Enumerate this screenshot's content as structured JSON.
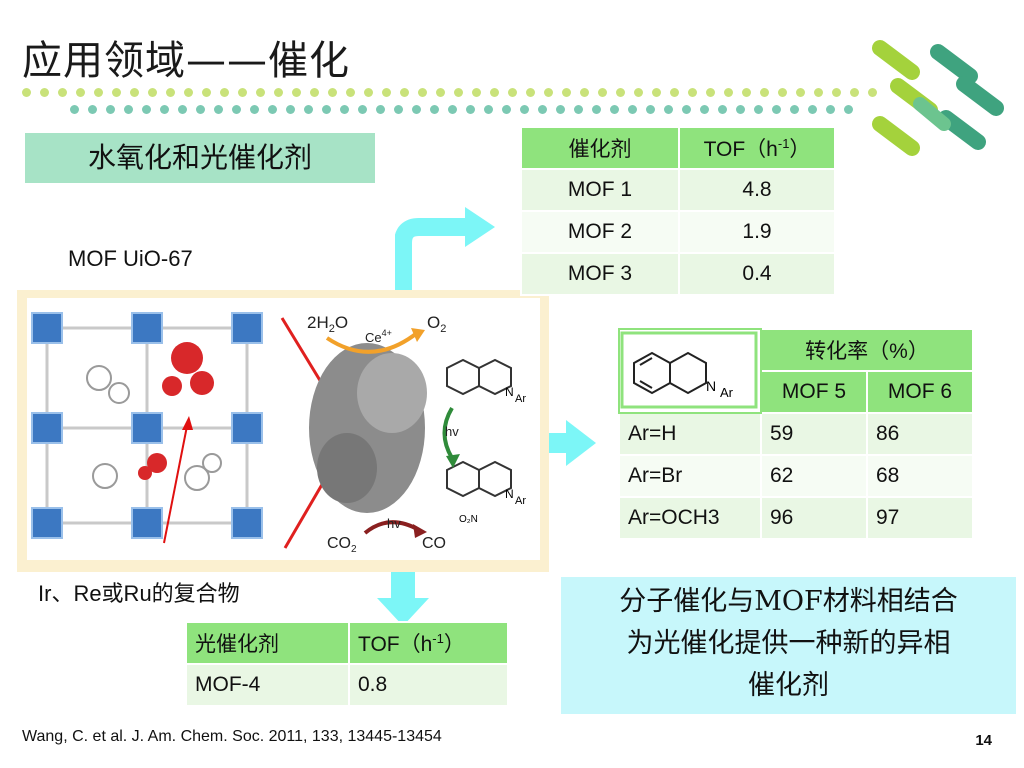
{
  "title": "应用领域——催化",
  "section_box": "水氧化和光催化剂",
  "mof_label": "MOF UiO-67",
  "complex_label": "Ir、Re或Ru的复合物",
  "figure": {
    "reaction_top_reactant": "2H",
    "reaction_top_reactant_sub": "2",
    "reaction_top_reactant_end": "O",
    "catalyst": "Ce",
    "catalyst_sup": "4+",
    "product_top": "O",
    "product_top_sub": "2",
    "hv_middle": "hv",
    "hv_bottom": "hv",
    "co2": "CO",
    "co2_sub": "2",
    "co": "CO",
    "n_ar_1": "N",
    "ar_1": "Ar",
    "n_ar_2": "N",
    "ar_2": "Ar",
    "no2": "O₂N"
  },
  "table1": {
    "headers": [
      "催化剂",
      "TOF（h",
      "-1",
      "）"
    ],
    "rows": [
      [
        "MOF 1",
        "4.8"
      ],
      [
        "MOF 2",
        "1.9"
      ],
      [
        "MOF 3",
        "0.4"
      ]
    ]
  },
  "table2": {
    "header_top": "转化率（%）",
    "structure_labels": [
      "N",
      "Ar"
    ],
    "sub_headers": [
      "MOF 5",
      "MOF 6"
    ],
    "rows": [
      [
        "Ar=H",
        "59",
        "86"
      ],
      [
        "Ar=Br",
        "62",
        "68"
      ],
      [
        "Ar=OCH3",
        "96",
        "97"
      ]
    ]
  },
  "table3": {
    "headers": [
      "光催化剂",
      "TOF（h",
      "-1",
      "）"
    ],
    "rows": [
      [
        "MOF-4",
        "0.8"
      ]
    ]
  },
  "note": [
    "分子催化与MOF材料相结合",
    "为光催化提供一种新的异相",
    "催化剂"
  ],
  "reference": "Wang, C. et al. J. Am. Chem. Soc. 2011, 133, 13445-13454",
  "page_number": "14",
  "colors": {
    "green_box": "#a7e3c6",
    "table_header": "#8fe37d",
    "note_box": "#c7f7fb",
    "arrow": "#7cf6f7",
    "frame": "#fbf0d0"
  }
}
